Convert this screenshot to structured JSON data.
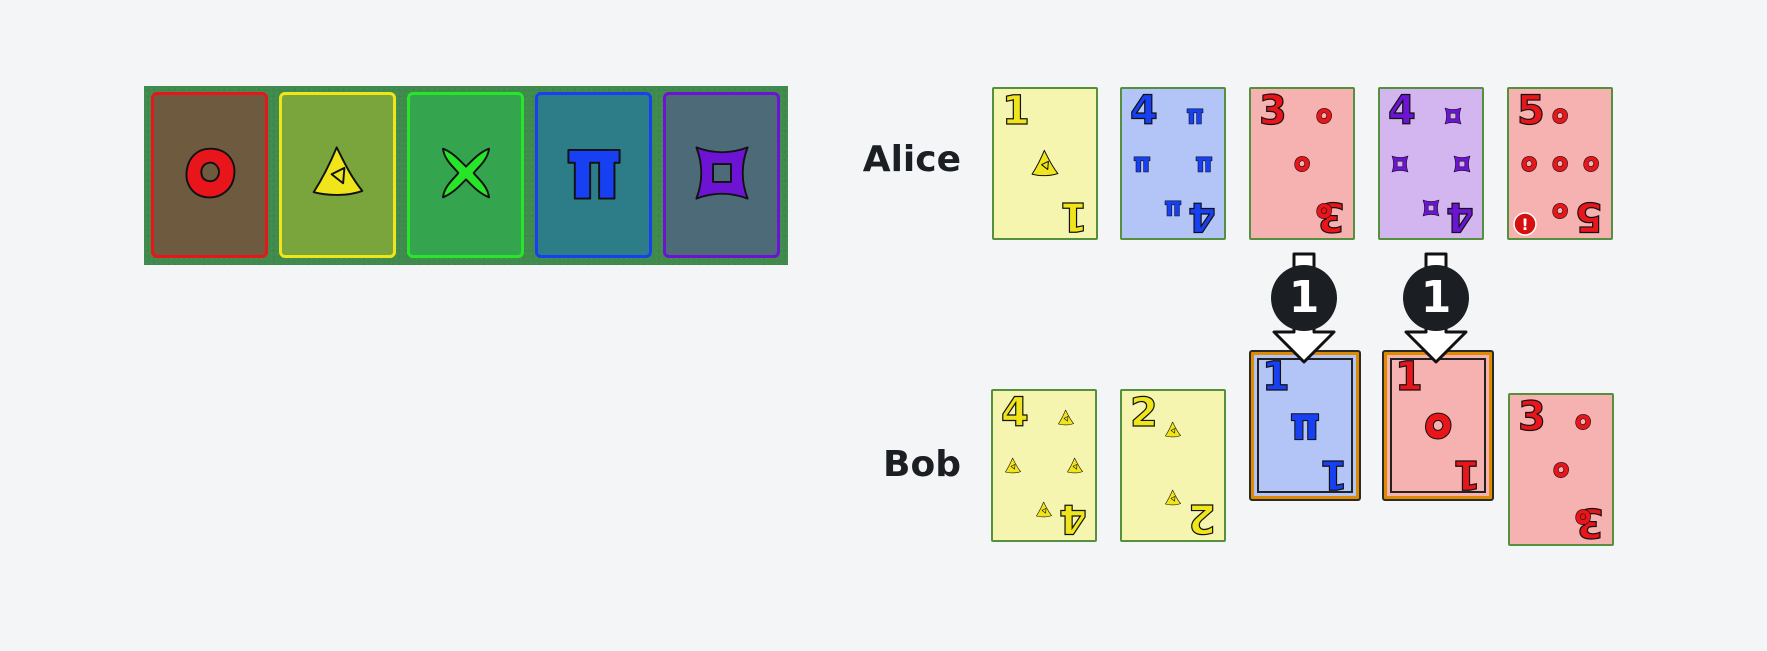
{
  "colors": {
    "red": {
      "fg": "#e8151b",
      "card": "#f6b1b1",
      "pile": "#6e5a3e",
      "pile_border": "#e8151b"
    },
    "yellow": {
      "fg": "#f0e41a",
      "card": "#f5f5b0",
      "pile": "#7aa43c",
      "pile_border": "#f0e41a"
    },
    "green": {
      "fg": "#27e629",
      "card": "#b6f0b6",
      "pile": "#35a44e",
      "pile_border": "#27e629"
    },
    "blue": {
      "fg": "#1740f2",
      "card": "#b3c4f7",
      "pile": "#2d7d88",
      "pile_border": "#1740f2"
    },
    "purple": {
      "fg": "#6d14d4",
      "card": "#d3b6f0",
      "pile": "#4c6a78",
      "pile_border": "#6d14d4"
    }
  },
  "stacks": [
    {
      "suit": "red",
      "icon": "red-suit-icon"
    },
    {
      "suit": "yellow",
      "icon": "yellow-suit-icon"
    },
    {
      "suit": "green",
      "icon": "green-suit-icon"
    },
    {
      "suit": "blue",
      "icon": "blue-suit-icon"
    },
    {
      "suit": "purple",
      "icon": "purple-suit-icon"
    }
  ],
  "players": [
    {
      "name": "Alice",
      "cards": [
        {
          "rank": "1",
          "suit": "yellow",
          "clued": false
        },
        {
          "rank": "4",
          "suit": "blue",
          "clued": false
        },
        {
          "rank": "3",
          "suit": "red",
          "clued": false
        },
        {
          "rank": "4",
          "suit": "purple",
          "clued": false
        },
        {
          "rank": "5",
          "suit": "red",
          "clued": false,
          "critical": true
        }
      ]
    },
    {
      "name": "Bob",
      "cards": [
        {
          "rank": "4",
          "suit": "yellow",
          "clued": false
        },
        {
          "rank": "2",
          "suit": "yellow",
          "clued": false
        },
        {
          "rank": "1",
          "suit": "blue",
          "clued": true
        },
        {
          "rank": "1",
          "suit": "red",
          "clued": true
        },
        {
          "rank": "3",
          "suit": "red",
          "clued": false
        }
      ]
    }
  ],
  "clue_arrows": [
    {
      "label": "1",
      "from_player": "Alice",
      "target_card": 2
    },
    {
      "label": "1",
      "from_player": "Alice",
      "target_card": 3
    }
  ],
  "critical_icon": "exclamation-icon",
  "critical_label": "!"
}
